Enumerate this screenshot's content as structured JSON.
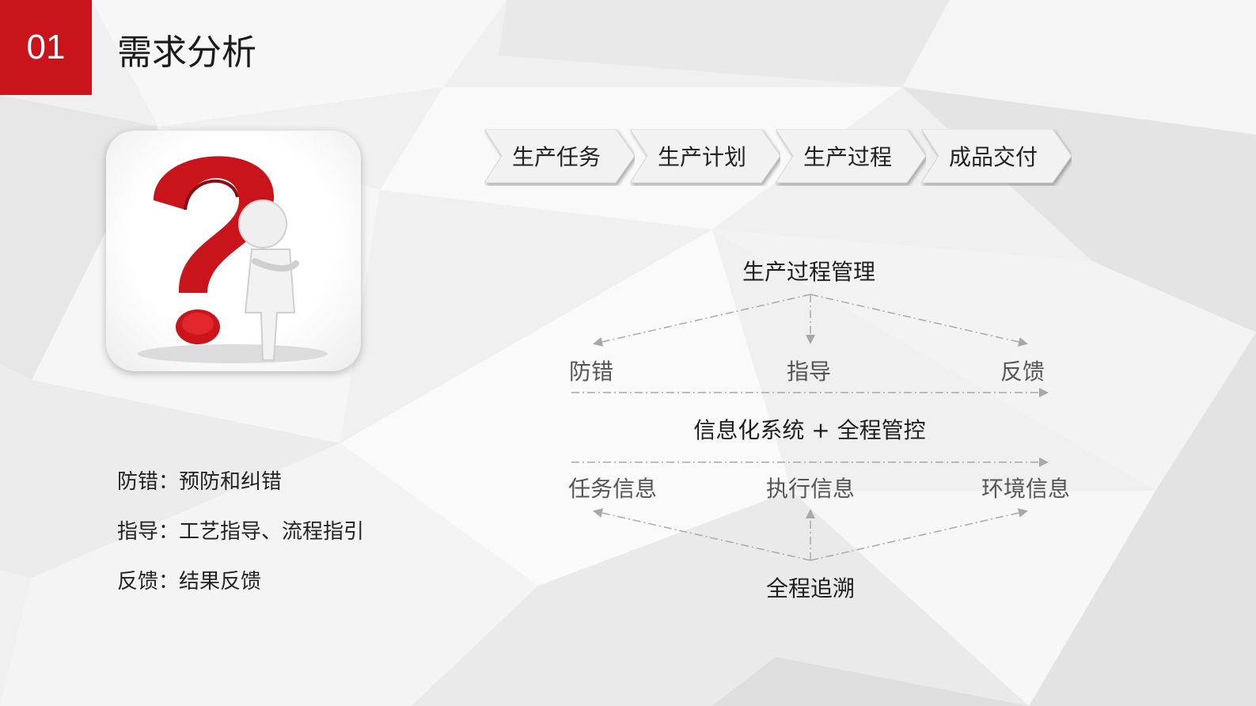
{
  "slide": {
    "number": "01",
    "title": "需求分析"
  },
  "illustration": {
    "icon": "question-mark-figure-icon"
  },
  "process_flow": {
    "steps": [
      "生产任务",
      "生产计划",
      "生产过程",
      "成品交付"
    ]
  },
  "diagram": {
    "top": "生产过程管理",
    "upper_row": [
      "防错",
      "指导",
      "反馈"
    ],
    "center": "信息化系统 + 全程管控",
    "lower_row": [
      "任务信息",
      "执行信息",
      "环境信息"
    ],
    "bottom": "全程追溯"
  },
  "notes": [
    "防错：预防和纠错",
    "指导：工艺指导、流程指引",
    "反馈：结果反馈"
  ],
  "colors": {
    "accent": "#c8141a",
    "connector": "#a8a8a8"
  }
}
